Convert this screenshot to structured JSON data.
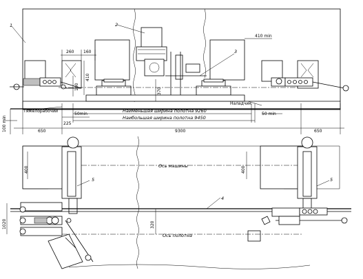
{
  "callouts": [
    "1",
    "2",
    "3",
    "4",
    "5",
    "5"
  ],
  "dimensions": {
    "d260": "260",
    "d160": "160",
    "d410min": "410 min",
    "d410": "410",
    "d100": "100",
    "d370": "370",
    "d50min_left": "50min",
    "d50min_right": "50 min",
    "d225": "225",
    "d650_left": "650",
    "d9300": "9300",
    "d650_right": "650",
    "d100min": "100 min",
    "d400_left": "400",
    "d400_right": "400",
    "d320": "320",
    "d1020": "1020"
  },
  "labels": {
    "min_width": "Наименьшая ширина полотна 9260",
    "max_width": "Наибольшая ширина полотна 9450",
    "left_note": "Тяжелорабочий",
    "right_note": "Наладчик",
    "top_axis": "Ось машины",
    "bottom_axis": "Ось полотна"
  }
}
